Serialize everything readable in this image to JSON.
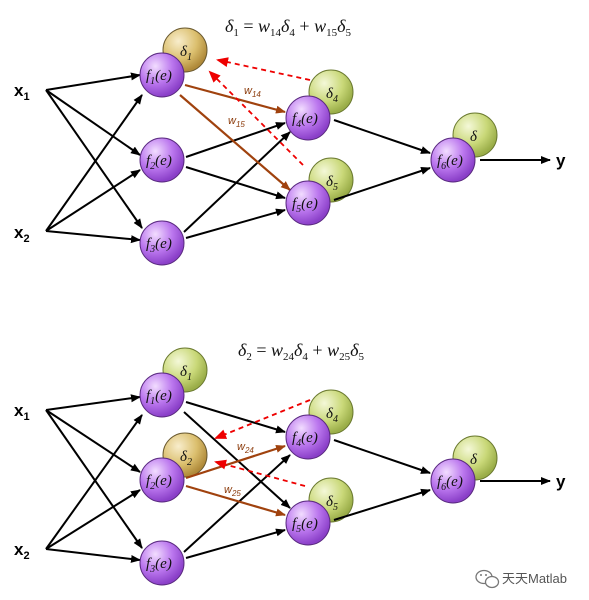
{
  "panels": [
    {
      "equation": {
        "lhs": "δ",
        "lhs_sub": "1",
        "eq": " = ",
        "w1": "w",
        "w1_sub": "14",
        "d1": "δ",
        "d1_sub": "4",
        "plus": " + ",
        "w2": "w",
        "w2_sub": "15",
        "d2": "δ",
        "d2_sub": "5"
      },
      "inputs": [
        {
          "name": "x",
          "sub": "1"
        },
        {
          "name": "x",
          "sub": "2"
        }
      ],
      "output": "y",
      "nodes": {
        "f1": {
          "f": "f",
          "sub": "1",
          "arg": "(e)"
        },
        "f2": {
          "f": "f",
          "sub": "2",
          "arg": "(e)"
        },
        "f3": {
          "f": "f",
          "sub": "3",
          "arg": "(e)"
        },
        "f4": {
          "f": "f",
          "sub": "4",
          "arg": "(e)"
        },
        "f5": {
          "f": "f",
          "sub": "5",
          "arg": "(e)"
        },
        "f6": {
          "f": "f",
          "sub": "6",
          "arg": "(e)"
        }
      },
      "deltas": {
        "d_active": {
          "s": "δ",
          "sub": "1"
        },
        "d4": {
          "s": "δ",
          "sub": "4"
        },
        "d5": {
          "s": "δ",
          "sub": "5"
        },
        "dout": {
          "s": "δ",
          "sub": ""
        }
      },
      "weights": [
        {
          "w": "w",
          "sub": "14"
        },
        {
          "w": "w",
          "sub": "15"
        }
      ]
    },
    {
      "equation": {
        "lhs": "δ",
        "lhs_sub": "2",
        "eq": " = ",
        "w1": "w",
        "w1_sub": "24",
        "d1": "δ",
        "d1_sub": "4",
        "plus": " + ",
        "w2": "w",
        "w2_sub": "25",
        "d2": "δ",
        "d2_sub": "5"
      },
      "inputs": [
        {
          "name": "x",
          "sub": "1"
        },
        {
          "name": "x",
          "sub": "2"
        }
      ],
      "output": "y",
      "nodes": {
        "f1": {
          "f": "f",
          "sub": "1",
          "arg": "(e)"
        },
        "f2": {
          "f": "f",
          "sub": "2",
          "arg": "(e)"
        },
        "f3": {
          "f": "f",
          "sub": "3",
          "arg": "(e)"
        },
        "f4": {
          "f": "f",
          "sub": "4",
          "arg": "(e)"
        },
        "f5": {
          "f": "f",
          "sub": "5",
          "arg": "(e)"
        },
        "f6": {
          "f": "f",
          "sub": "6",
          "arg": "(e)"
        }
      },
      "deltas": {
        "d1": {
          "s": "δ",
          "sub": "1"
        },
        "d_active": {
          "s": "δ",
          "sub": "2"
        },
        "d4": {
          "s": "δ",
          "sub": "4"
        },
        "d5": {
          "s": "δ",
          "sub": "5"
        },
        "dout": {
          "s": "δ",
          "sub": ""
        }
      },
      "weights": [
        {
          "w": "w",
          "sub": "24"
        },
        {
          "w": "w",
          "sub": "25"
        }
      ]
    }
  ],
  "watermark": {
    "icon": "wechat-icon",
    "text": "天天Matlab"
  },
  "colors": {
    "neuron": "#B46FE8",
    "delta_green": "#C8D87A",
    "delta_active": "#D8BE72",
    "weight_arrow": "#A0420E",
    "error_arrow": "#EE0000"
  }
}
